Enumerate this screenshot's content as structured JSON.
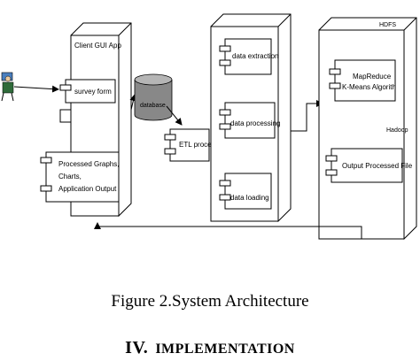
{
  "diagram": {
    "client": {
      "title": "Client GUI App",
      "survey_label": "survey form",
      "output_lines": [
        "Processed Graphs,",
        "Charts,",
        "Application Output"
      ]
    },
    "database_label": "database",
    "etl_label": "ETL process",
    "stages": [
      "data extraction",
      "data processing",
      "data loading"
    ],
    "hdfs": {
      "title": "HDFS",
      "mapreduce_lines": [
        "MapReduce",
        "K-Means Algorith"
      ],
      "hadoop_label": "Hadoop",
      "output_label": "Output Processed File"
    }
  },
  "caption": "Figure 2.System Architecture",
  "section": {
    "number": "IV.",
    "title": "IMPLEMENTATION"
  }
}
